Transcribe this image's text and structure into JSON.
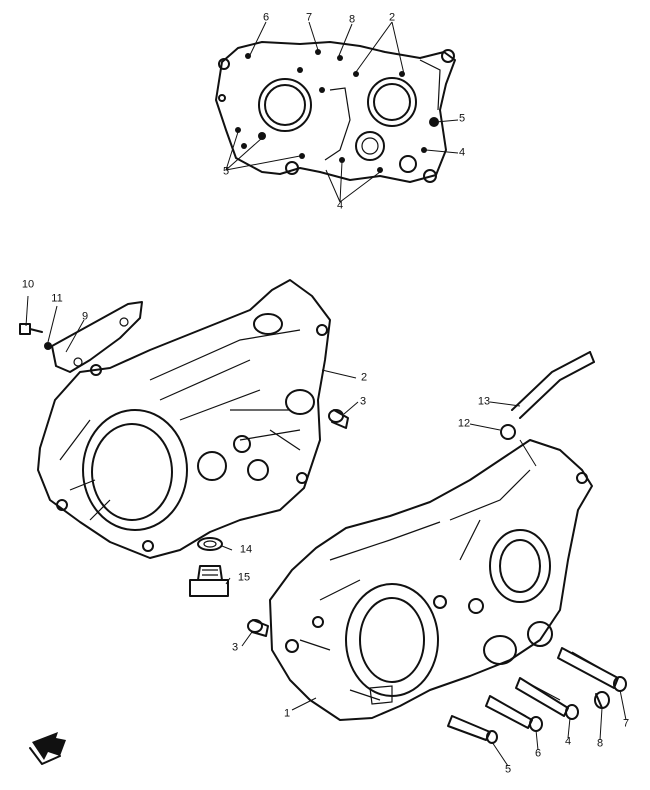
{
  "callouts": {
    "n1": "1",
    "n2": "2",
    "n3": "3",
    "n4": "4",
    "n5": "5",
    "n6": "6",
    "n7": "7",
    "n8": "8",
    "n9": "9",
    "n10": "10",
    "n11": "11",
    "n12": "12",
    "n13": "13",
    "n14": "14",
    "n15": "15"
  },
  "icons": {
    "direction_arrow": "front-direction-arrow-icon"
  },
  "colors": {
    "ink": "#111111",
    "paper": "#ffffff"
  }
}
